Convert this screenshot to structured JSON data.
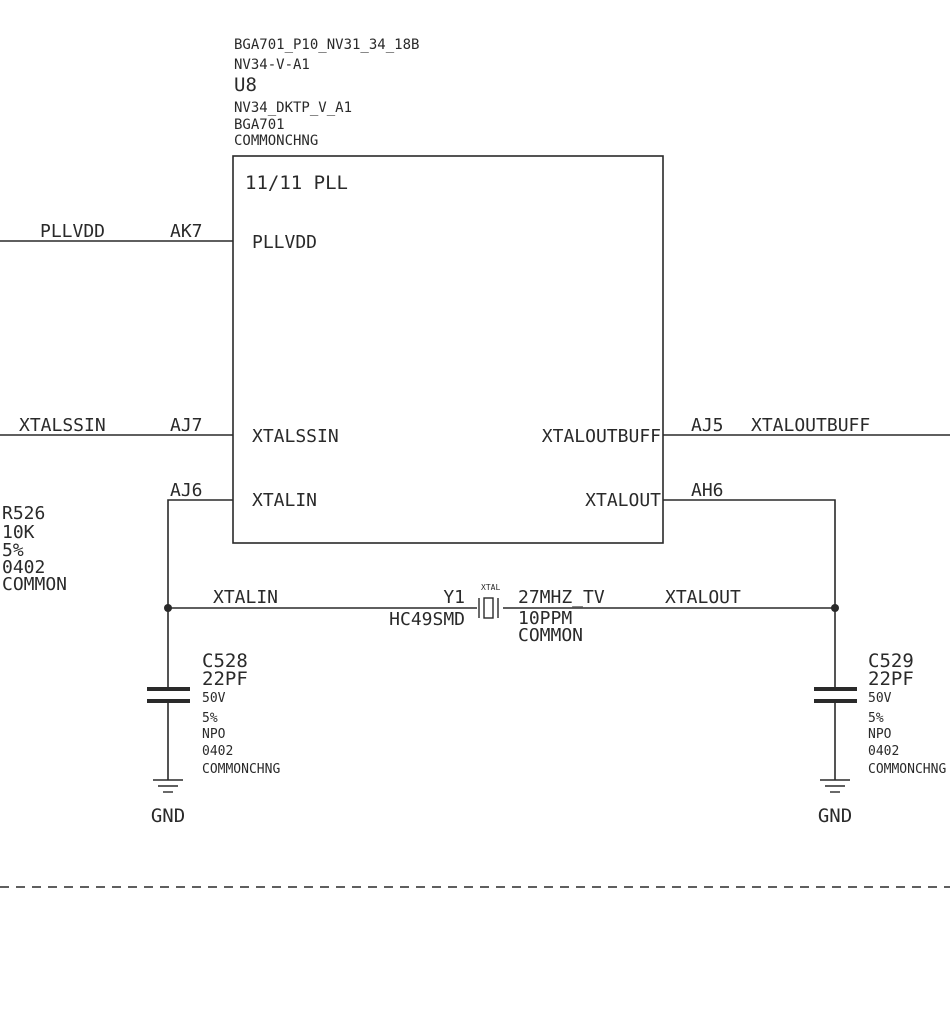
{
  "part": {
    "line1": "BGA701_P10_NV31_34_18B",
    "line2": "NV34-V-A1",
    "refdes": "U8",
    "line4": "NV34_DKTP_V_A1",
    "line5": "BGA701",
    "line6": "COMMONCHNG",
    "section": "11/11 PLL"
  },
  "pins": {
    "pllvdd": {
      "net": "PLLVDD",
      "ball": "AK7",
      "name": "PLLVDD"
    },
    "xtalssin": {
      "net": "XTALSSIN",
      "ball": "AJ7",
      "name": "XTALSSIN"
    },
    "xtalin": {
      "ball": "AJ6",
      "name": "XTALIN"
    },
    "xtaloutbuff": {
      "net": "XTALOUTBUFF",
      "ball": "AJ5",
      "name": "XTALOUTBUFF"
    },
    "xtalout": {
      "ball": "AH6",
      "name": "XTALOUT"
    }
  },
  "r526": {
    "ref": "R526",
    "value": "10K",
    "tol": "5%",
    "pkg": "0402",
    "bom": "COMMON"
  },
  "nets": {
    "xtalin": "XTALIN",
    "xtalout": "XTALOUT"
  },
  "y1": {
    "ref": "Y1",
    "pkg": "HC49SMD",
    "type": "XTAL",
    "value": "27MHZ_TV",
    "tol": "10PPM",
    "bom": "COMMON"
  },
  "c528": {
    "ref": "C528",
    "value": "22PF",
    "volt": "50V",
    "tol": "5%",
    "dielectric": "NPO",
    "pkg": "0402",
    "bom": "COMMONCHNG",
    "gnd": "GND"
  },
  "c529": {
    "ref": "C529",
    "value": "22PF",
    "volt": "50V",
    "tol": "5%",
    "dielectric": "NPO",
    "pkg": "0402",
    "bom": "COMMONCHNG",
    "gnd": "GND"
  }
}
